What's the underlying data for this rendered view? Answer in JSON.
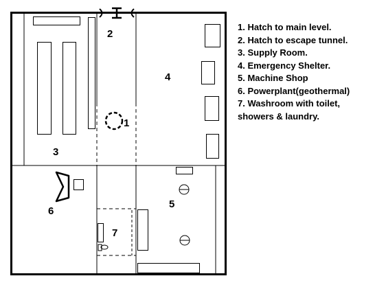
{
  "room_labels": [
    "1",
    "2",
    "3",
    "4",
    "5",
    "6",
    "7"
  ],
  "legend": [
    "1. Hatch to main level.",
    "2. Hatch to escape tunnel.",
    "3. Supply Room.",
    "4. Emergency Shelter.",
    "5. Machine Shop",
    "6. Powerplant(geothermal)",
    "7. Washroom with toilet,",
    "showers & laundry."
  ]
}
